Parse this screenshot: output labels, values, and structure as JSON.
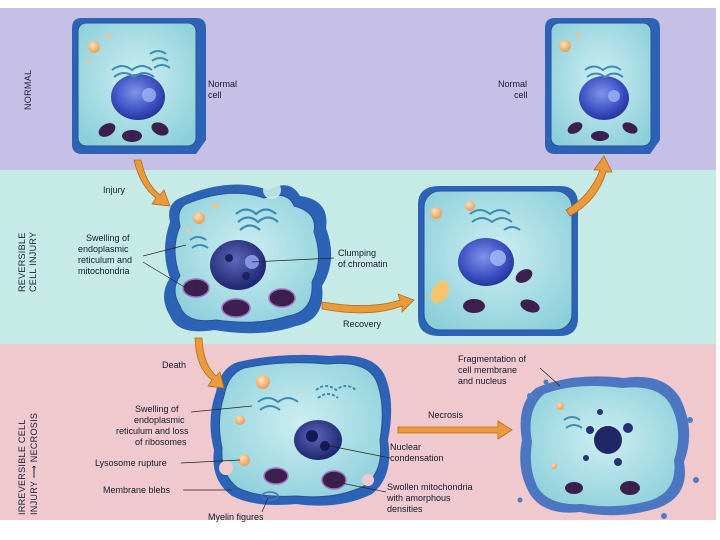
{
  "bands": {
    "normal": "NORMAL",
    "reversible_line1": "REVERSIBLE",
    "reversible_line2": "CELL INJURY",
    "irreversible_line1": "IRREVERSIBLE CELL",
    "irreversible_line2": "INJURY ⟶ NECROSIS"
  },
  "colors": {
    "normal_band": "#c6c0e6",
    "reversible_band": "#c6ebe6",
    "irreversible_band": "#efc9cd",
    "cytoplasm": "#9fd9e0",
    "cell_shadow": "#2d63b7",
    "nucleus": "#4457c9",
    "mitochondria": "#3c1f4f",
    "lysosome": "#f3b06a",
    "arrow": "#e99a3a"
  },
  "labels": {
    "normal_cell_left_1": "Normal",
    "normal_cell_left_2": "cell",
    "normal_cell_right_1": "Normal",
    "normal_cell_right_2": "cell",
    "injury": "Injury",
    "swelling_er_1": "Swelling of",
    "swelling_er_2": "endoplasmic",
    "swelling_er_3": "reticulum and",
    "swelling_er_4": "mitochondria",
    "clumping_1": "Clumping",
    "clumping_2": "of chromatin",
    "recovery": "Recovery",
    "death": "Death",
    "fragmentation_1": "Fragmentation of",
    "fragmentation_2": "cell membrane",
    "fragmentation_3": "and nucleus",
    "swelling_ribo_1": "Swelling of",
    "swelling_ribo_2": "endoplasmic",
    "swelling_ribo_3": "reticulum and loss",
    "swelling_ribo_4": "of ribosomes",
    "necrosis": "Necrosis",
    "nuclear_1": "Nuclear",
    "nuclear_2": "condensation",
    "lysosome_rupture": "Lysosome rupture",
    "membrane_blebs": "Membrane blebs",
    "swollen_mito_1": "Swollen mitochondria",
    "swollen_mito_2": "with amorphous",
    "swollen_mito_3": "densities",
    "myelin": "Myelin figures"
  }
}
